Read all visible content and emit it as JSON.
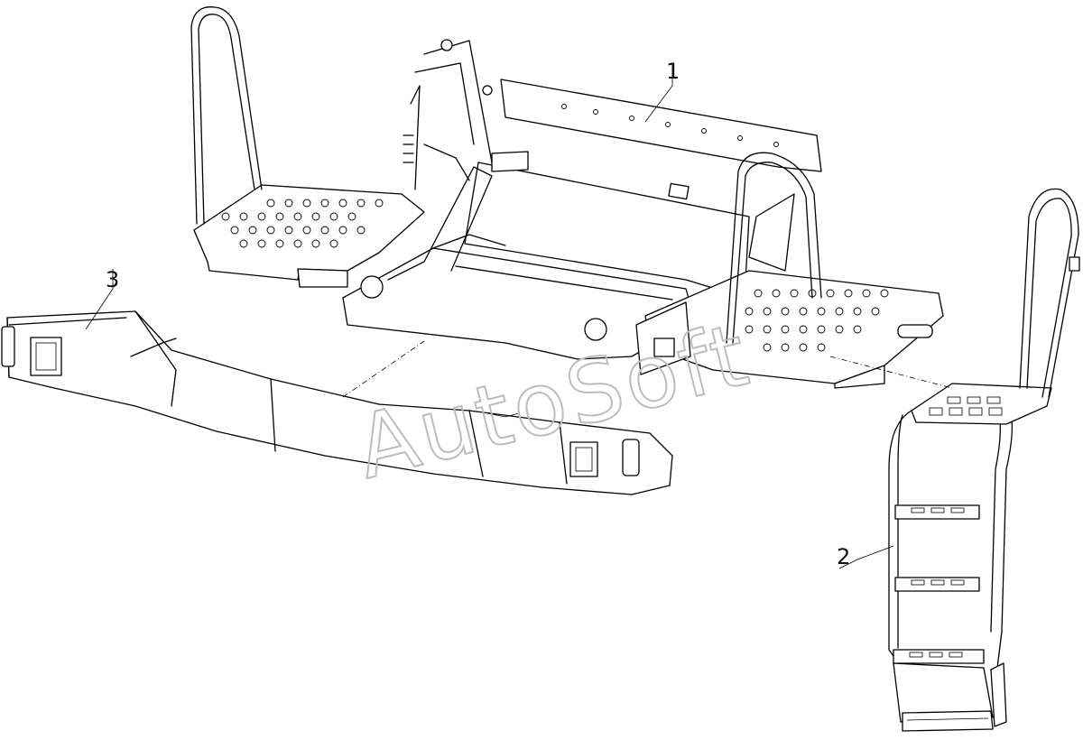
{
  "watermark": "AutoSoft",
  "callouts": [
    {
      "id": "1",
      "label": "1"
    },
    {
      "id": "2",
      "label": "2"
    },
    {
      "id": "3",
      "label": "3"
    }
  ]
}
